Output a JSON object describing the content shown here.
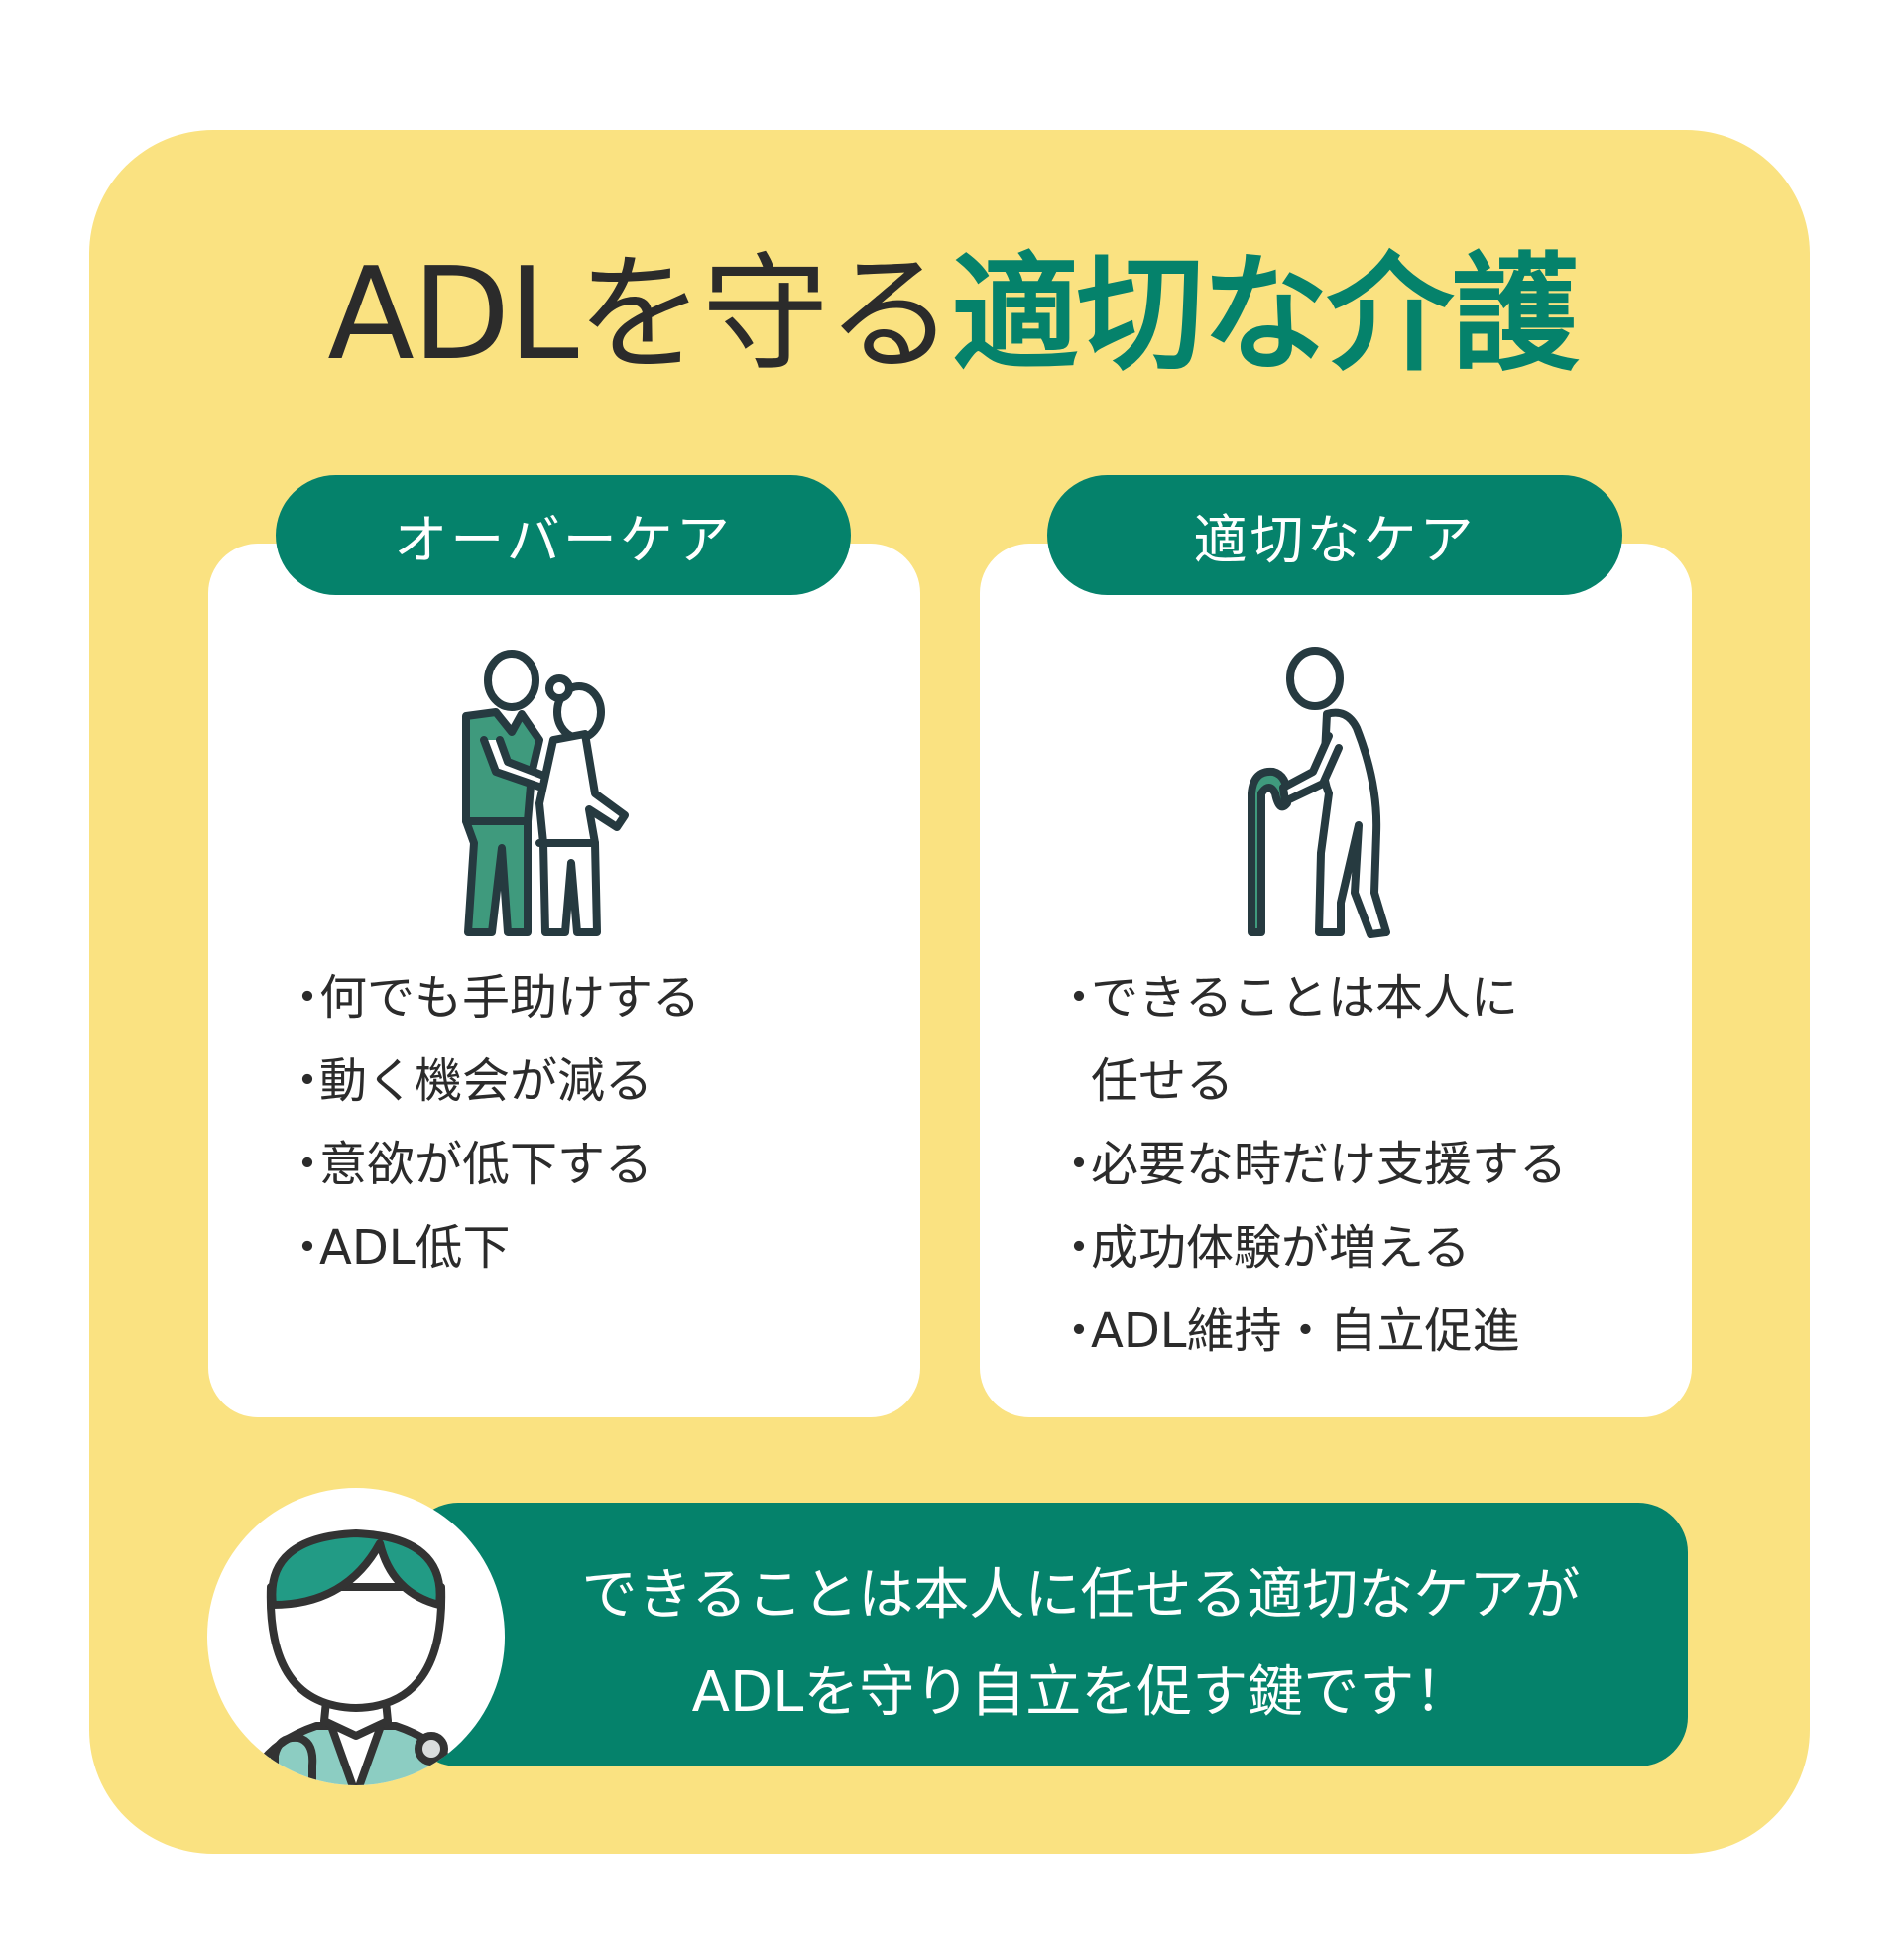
{
  "title": {
    "part1": "ADLを守る",
    "part2": "適切な介護"
  },
  "cards": [
    {
      "label": "オーバーケア",
      "illustration": "caregiver-helping-elder-icon",
      "items": [
        "何でも手助けする",
        "動く機会が減る",
        "意欲が低下する",
        "ADL低下"
      ]
    },
    {
      "label": "適切なケア",
      "illustration": "elder-walking-with-cane-icon",
      "items": [
        "できることは本人に",
        "任せる",
        "必要な時だけ支援する",
        "成功体験が増える",
        "ADL維持・自立促進"
      ]
    }
  ],
  "bullet": "・",
  "banner": {
    "line1": "できることは本人に任せる適切なケアが",
    "line2": "ADLを守り自立を促す鍵です！",
    "avatar": "doctor-avatar-icon"
  },
  "colors": {
    "accent": "#05826b",
    "background": "#fae281",
    "figure_fill": "#3f9a7d",
    "outline": "#263a40"
  }
}
